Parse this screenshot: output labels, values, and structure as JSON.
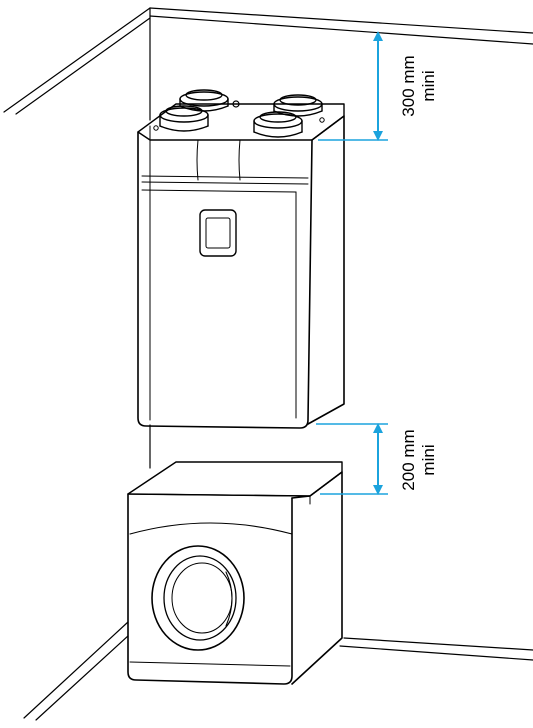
{
  "colors": {
    "line": "#000000",
    "dimension": "#1ba3dd",
    "background": "#ffffff"
  },
  "dimensions": {
    "top": {
      "value": "300 mm",
      "qualifier": "mini"
    },
    "bottom": {
      "value": "200 mm",
      "qualifier": "mini"
    }
  }
}
